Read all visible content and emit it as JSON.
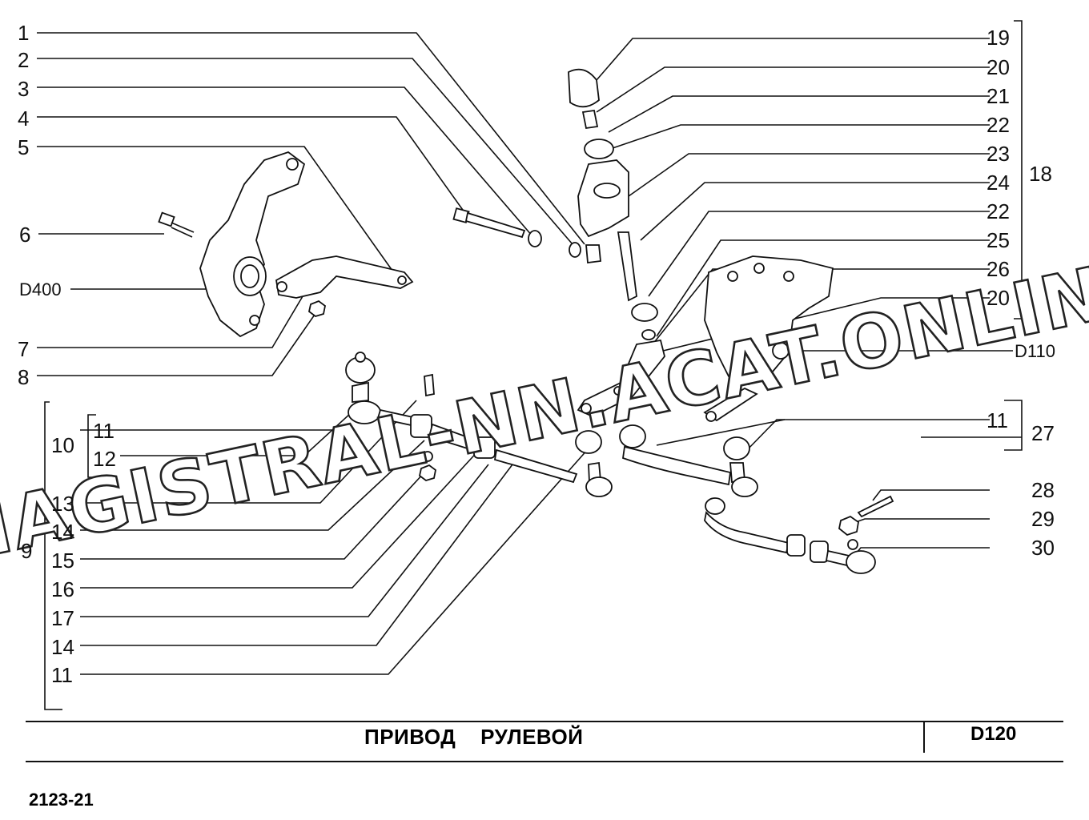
{
  "document": {
    "title": "ПРИВОД    РУЛЕВОЙ",
    "section_code": "D120",
    "model": "2123-21"
  },
  "watermark": "MAGISTRAL-NN.ACAT.ONLINE",
  "callouts_left": [
    "1",
    "2",
    "3",
    "4",
    "5",
    "6",
    "7",
    "8",
    "9",
    "10",
    "11",
    "12",
    "13",
    "14",
    "15",
    "16",
    "17",
    "14",
    "11"
  ],
  "callouts_right": [
    "19",
    "20",
    "21",
    "22",
    "23",
    "24",
    "22",
    "25",
    "26",
    "20",
    "11",
    "28",
    "29",
    "30"
  ],
  "group_labels": [
    "18",
    "27"
  ],
  "ref_labels": [
    "D400",
    "D110"
  ]
}
